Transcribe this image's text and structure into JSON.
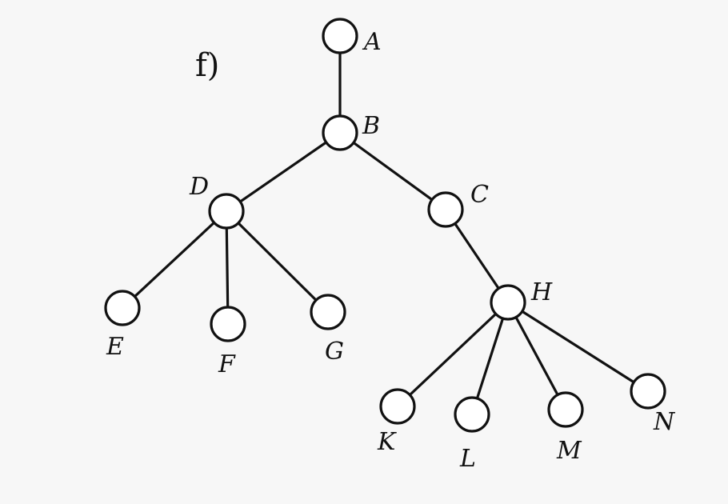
{
  "panel_label": "f)",
  "colors": {
    "background": "#f7f7f7",
    "stroke": "#111111",
    "node_fill": "#ffffff"
  },
  "nodes": [
    {
      "id": "A",
      "label": "A"
    },
    {
      "id": "B",
      "label": "B"
    },
    {
      "id": "C",
      "label": "C"
    },
    {
      "id": "D",
      "label": "D"
    },
    {
      "id": "E",
      "label": "E"
    },
    {
      "id": "F",
      "label": "F"
    },
    {
      "id": "G",
      "label": "G"
    },
    {
      "id": "H",
      "label": "H"
    },
    {
      "id": "K",
      "label": "K"
    },
    {
      "id": "L",
      "label": "L"
    },
    {
      "id": "M",
      "label": "M"
    },
    {
      "id": "N",
      "label": "N"
    }
  ],
  "edges": [
    {
      "from": "A",
      "to": "B"
    },
    {
      "from": "B",
      "to": "D"
    },
    {
      "from": "B",
      "to": "C"
    },
    {
      "from": "D",
      "to": "E"
    },
    {
      "from": "D",
      "to": "F"
    },
    {
      "from": "D",
      "to": "G"
    },
    {
      "from": "C",
      "to": "H"
    },
    {
      "from": "H",
      "to": "K"
    },
    {
      "from": "H",
      "to": "L"
    },
    {
      "from": "H",
      "to": "M"
    },
    {
      "from": "H",
      "to": "N"
    }
  ]
}
